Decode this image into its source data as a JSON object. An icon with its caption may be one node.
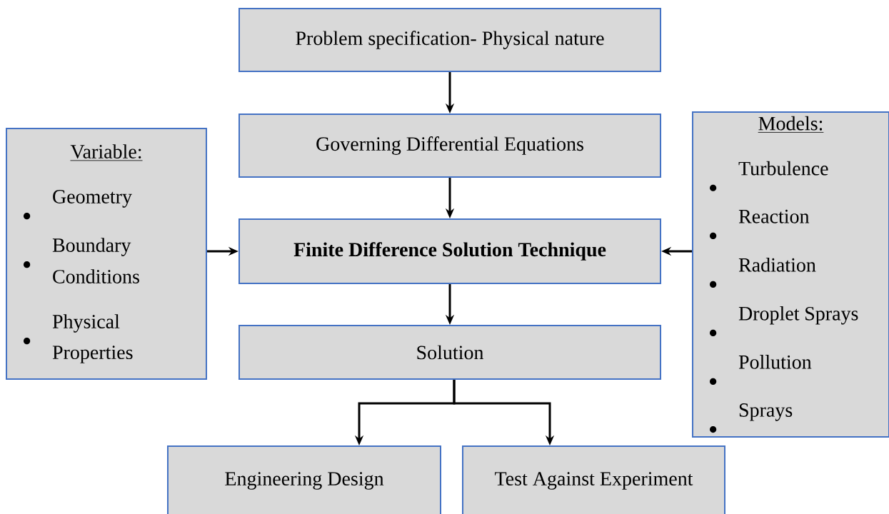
{
  "diagram": {
    "nodes": [
      {
        "text": [
          "Problem specification- Physical nature"
        ]
      },
      {
        "text": [
          "Governing Differential Equations"
        ]
      },
      {
        "text": [
          "Finite Difference Solution Technique"
        ]
      },
      {
        "text": [
          "Solution"
        ]
      },
      {
        "text": [
          "Variable:",
          "Geometry",
          "Boundary Conditions",
          "Physical Properties"
        ]
      },
      {
        "text": [
          "Models:",
          "Turbulence",
          "Reaction",
          "Radiation",
          "Droplet Sprays",
          "Pollution",
          "Sprays"
        ]
      },
      {
        "text": [
          "Engineering Design"
        ]
      },
      {
        "text": [
          "Test Against Experiment"
        ]
      }
    ],
    "edges": [
      {
        "from": 0,
        "to": 1,
        "arrow": "to"
      },
      {
        "from": 1,
        "to": 2,
        "arrow": "to"
      },
      {
        "from": 2,
        "to": 3,
        "arrow": "to"
      },
      {
        "from": 4,
        "to": 2,
        "arrow": "to"
      },
      {
        "from": 5,
        "to": 2,
        "arrow": "to"
      },
      {
        "from": 3,
        "to": 6,
        "arrow": "to"
      },
      {
        "from": 3,
        "to": 7,
        "arrow": "to"
      }
    ]
  }
}
